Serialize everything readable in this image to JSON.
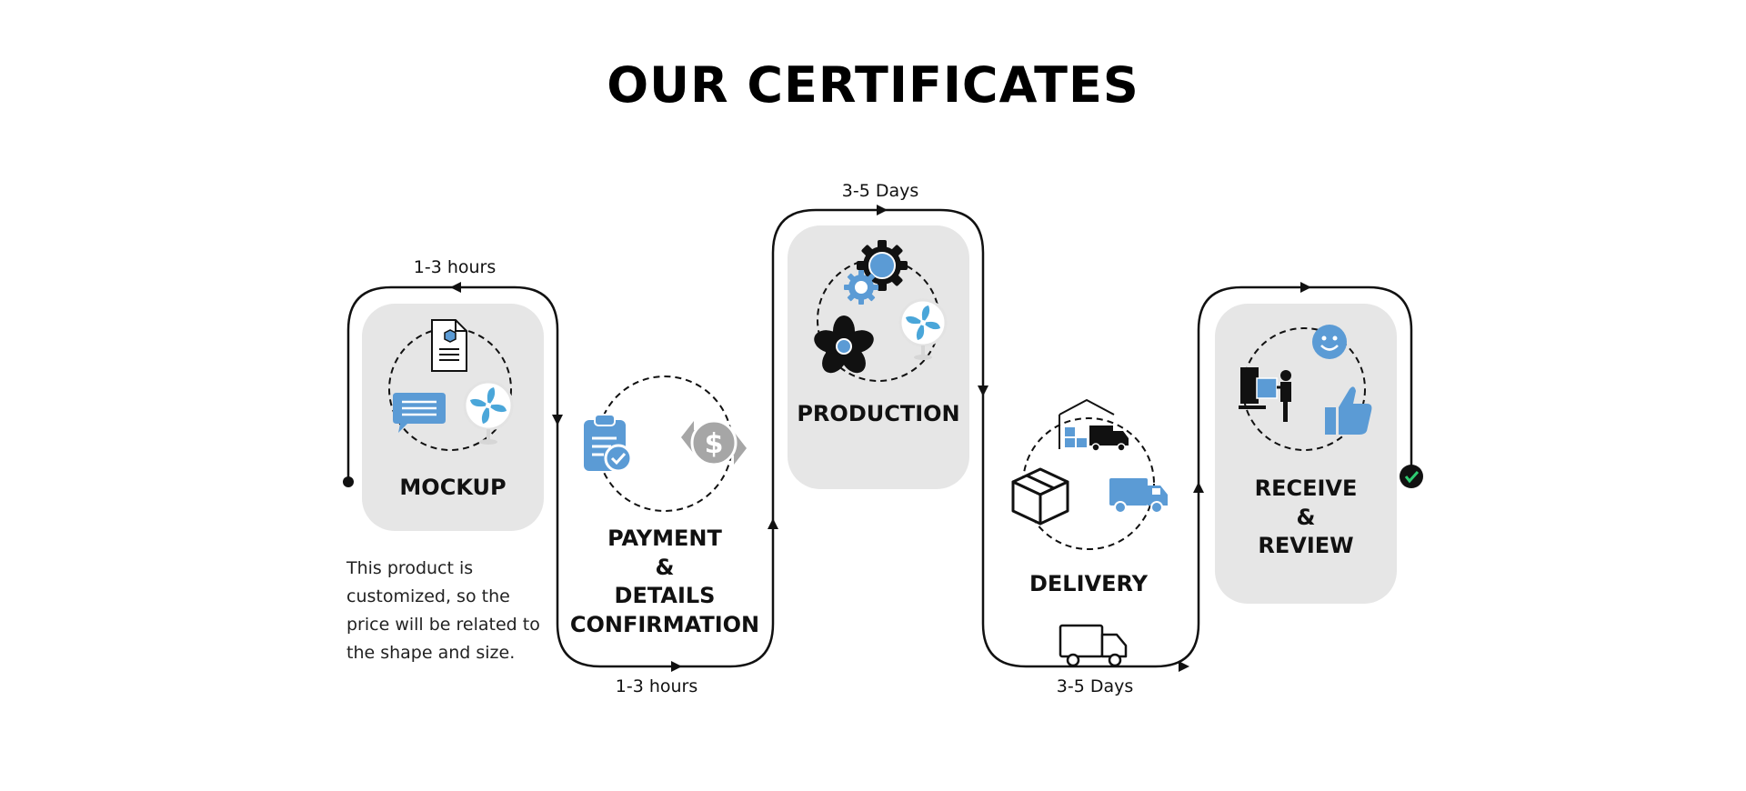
{
  "title": "OUR CERTIFICATES",
  "steps": [
    {
      "label_lines": [
        "MOCKUP"
      ],
      "duration": "1-3 hours",
      "icons": [
        "document-icon",
        "chat-icon",
        "fan-icon"
      ]
    },
    {
      "label_lines": [
        "PAYMENT",
        "&",
        "DETAILS",
        "CONFIRMATION"
      ],
      "duration": "1-3 hours",
      "icons": [
        "clipboard-check-icon",
        "dollar-exchange-icon"
      ]
    },
    {
      "label_lines": [
        "PRODUCTION"
      ],
      "duration": "3-5 Days",
      "icons": [
        "gear-icon",
        "small-gear-icon",
        "fan-blade-icon",
        "fan-icon"
      ]
    },
    {
      "label_lines": [
        "DELIVERY"
      ],
      "duration": "3-5 Days",
      "icons": [
        "warehouse-icon",
        "box-icon",
        "truck-icon",
        "delivery-truck-icon"
      ]
    },
    {
      "label_lines": [
        "RECEIVE",
        "&",
        "REVIEW"
      ],
      "icons": [
        "smiley-icon",
        "courier-icon",
        "thumbs-up-icon",
        "check-icon"
      ]
    }
  ],
  "note": "This product is customized, so the price will be related to the shape and size.",
  "colors": {
    "card": "#e6e6e6",
    "accent_blue": "#5b9bd5",
    "icon_dark": "#111111",
    "check_green": "#2ecc71",
    "gray_icon": "#a6a6a6"
  }
}
